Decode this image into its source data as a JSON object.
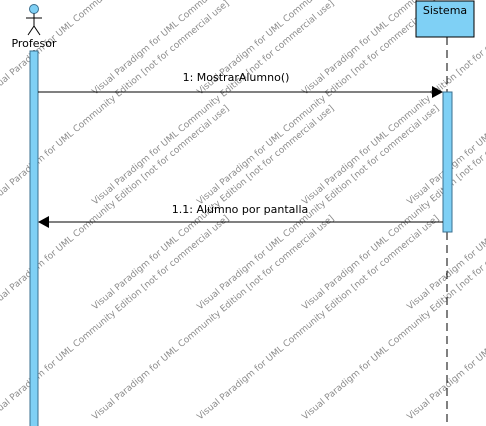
{
  "diagram": {
    "colors": {
      "activation_fill": "#7fd0f5",
      "activation_stroke": "#3a6f8f",
      "line": "#000000",
      "watermark_text": "#8c8c8c"
    },
    "actor": {
      "name": "Profesor",
      "icon": "stick-figure-actor-icon"
    },
    "lifeline": {
      "name": "Sistema"
    },
    "messages": [
      {
        "label": "1: MostrarAlumno()",
        "kind": "synchronous-call"
      },
      {
        "label": "1.1: Alumno por pantalla",
        "kind": "return"
      }
    ],
    "watermark": "Visual Paradigm for UML Community Edition [not for commercial use]"
  }
}
